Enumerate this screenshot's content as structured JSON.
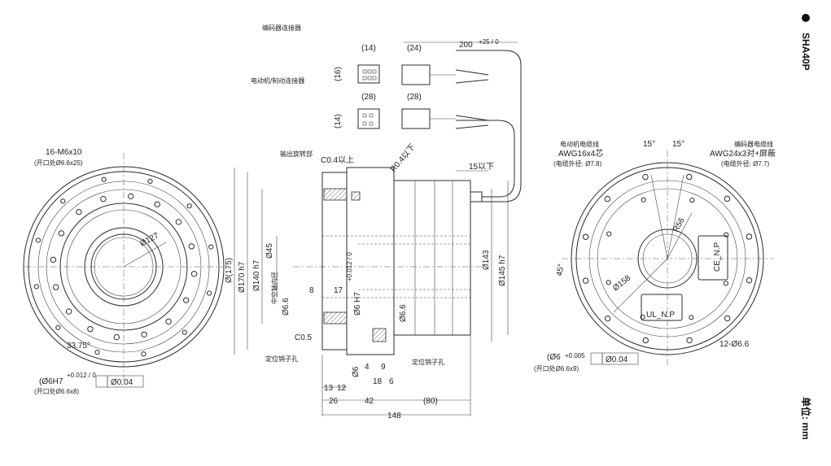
{
  "model": "SHA40P",
  "unit_label": "单位: mm",
  "left_view": {
    "thread_spec": "16-M6x10",
    "thread_note": "(开口处Ø6.6x25)",
    "pcd": "Ø127",
    "angle": "33.75°",
    "pin_hole": "(Ø6H7",
    "pin_hole_tol": "+0.012 / 0",
    "pin_note": "(开口处Ø6.6x8)",
    "position_tol": "Ø0.04"
  },
  "side_view": {
    "encoder_connector": "编码器连接器",
    "motor_connector": "电动机/制动连接器",
    "dim_14_top": "(14)",
    "dim_16": "(16)",
    "dim_28": "(28)",
    "dim_14_side": "(14)",
    "dim_24": "(24)",
    "dim_28b": "(28)",
    "cable_len": "200",
    "cable_len_tol": "+25 / 0",
    "output_flange": "输出旋转部",
    "chamfer": "C0.4以上",
    "radius": "R0.4以下",
    "dim_15": "15以下",
    "d175": "Ø(175)",
    "d170": "Ø170 h7",
    "d140": "Ø140 h7",
    "d45": "Ø45",
    "hollow": "中空轴内径",
    "d6_6a": "Ø6.6",
    "d6_6b": "Ø6.6",
    "d6h7": "Ø6 H7",
    "d6_tol": "+0.012 / 0",
    "d143": "Ø143",
    "d145": "Ø145 h7",
    "dim_8": "8",
    "dim_17": "17",
    "c05": "C0.5",
    "pin_hole_label": "定位销子孔",
    "pin_hole_label2": "定位销子孔",
    "d6b": "Ø6",
    "dim_4": "4",
    "dim_9": "9",
    "dim_18": "18",
    "dim_6": "6",
    "dim_13": "13",
    "dim_12": "12",
    "dim_26": "26",
    "dim_42": "42",
    "dim_80": "(80)",
    "dim_148": "148"
  },
  "right_view": {
    "motor_cable": "电动机电缆线",
    "motor_cable_spec": "AWG16x4芯",
    "motor_cable_od": "(电缆外径: Ø7.8)",
    "encoder_cable": "编码器电缆线",
    "encoder_cable_spec": "AWG24x3对+屏蔽",
    "encoder_cable_od": "(电缆外径: Ø7.7)",
    "angle1": "15°",
    "angle2": "15°",
    "r56": "R56",
    "d158": "Ø158",
    "a45": "45°",
    "ce_label": "CE_N.P",
    "ul_label": "UL_N.P",
    "holes": "12-Ø6.6",
    "pin_hole": "(Ø6",
    "pin_hole_tol": "+0.005",
    "pin_note": "(开口处Ø6.6x9)",
    "position_tol": "Ø0.04"
  }
}
